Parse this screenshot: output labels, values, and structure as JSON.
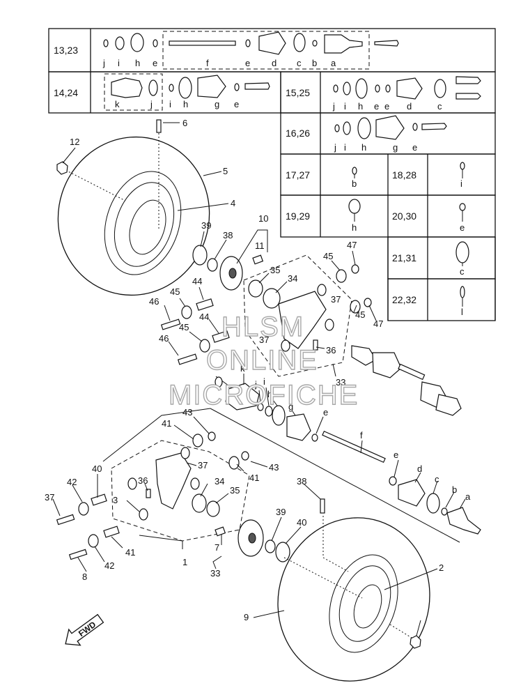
{
  "table": {
    "rows": [
      {
        "label": "13,23",
        "parts": [
          "j",
          "i",
          "h",
          "e",
          "f",
          "e",
          "d",
          "c",
          "b",
          "a"
        ]
      },
      {
        "label": "14,24",
        "parts": [
          "k",
          "j",
          "i",
          "h",
          "g",
          "e"
        ]
      },
      {
        "label": "15,25",
        "parts": [
          "j",
          "i",
          "h",
          "e",
          "e",
          "d",
          "c"
        ]
      },
      {
        "label": "16,26",
        "parts": [
          "j",
          "i",
          "h",
          "g",
          "e"
        ]
      },
      {
        "label": "17,27",
        "parts": [
          "b"
        ]
      },
      {
        "label": "18,28",
        "parts": [
          "i"
        ]
      },
      {
        "label": "19,29",
        "parts": [
          "h"
        ]
      },
      {
        "label": "20,30",
        "parts": [
          "e"
        ]
      },
      {
        "label": "21,31",
        "parts": [
          "c"
        ]
      },
      {
        "label": "22,32",
        "parts": [
          "l"
        ]
      }
    ]
  },
  "callouts": {
    "upper": [
      "6",
      "12",
      "5",
      "4",
      "39",
      "38",
      "10",
      "11",
      "47",
      "45",
      "35",
      "34",
      "44",
      "45",
      "46",
      "37",
      "45",
      "47",
      "44",
      "45",
      "37",
      "46",
      "36",
      "33"
    ],
    "shaft_upper": [
      "k",
      "j",
      "i",
      "h",
      "g",
      "e",
      "f",
      "e",
      "d",
      "c",
      "b",
      "a"
    ],
    "lower": [
      "43",
      "41",
      "37",
      "43",
      "40",
      "41",
      "36",
      "34",
      "35",
      "42",
      "37",
      "3",
      "38",
      "39",
      "40",
      "41",
      "42",
      "8",
      "7",
      "33",
      "1",
      "2",
      "9"
    ]
  },
  "fwd_label": "FWD",
  "watermark": [
    "HLSM",
    "ONLINE",
    "MICROFICHE"
  ]
}
